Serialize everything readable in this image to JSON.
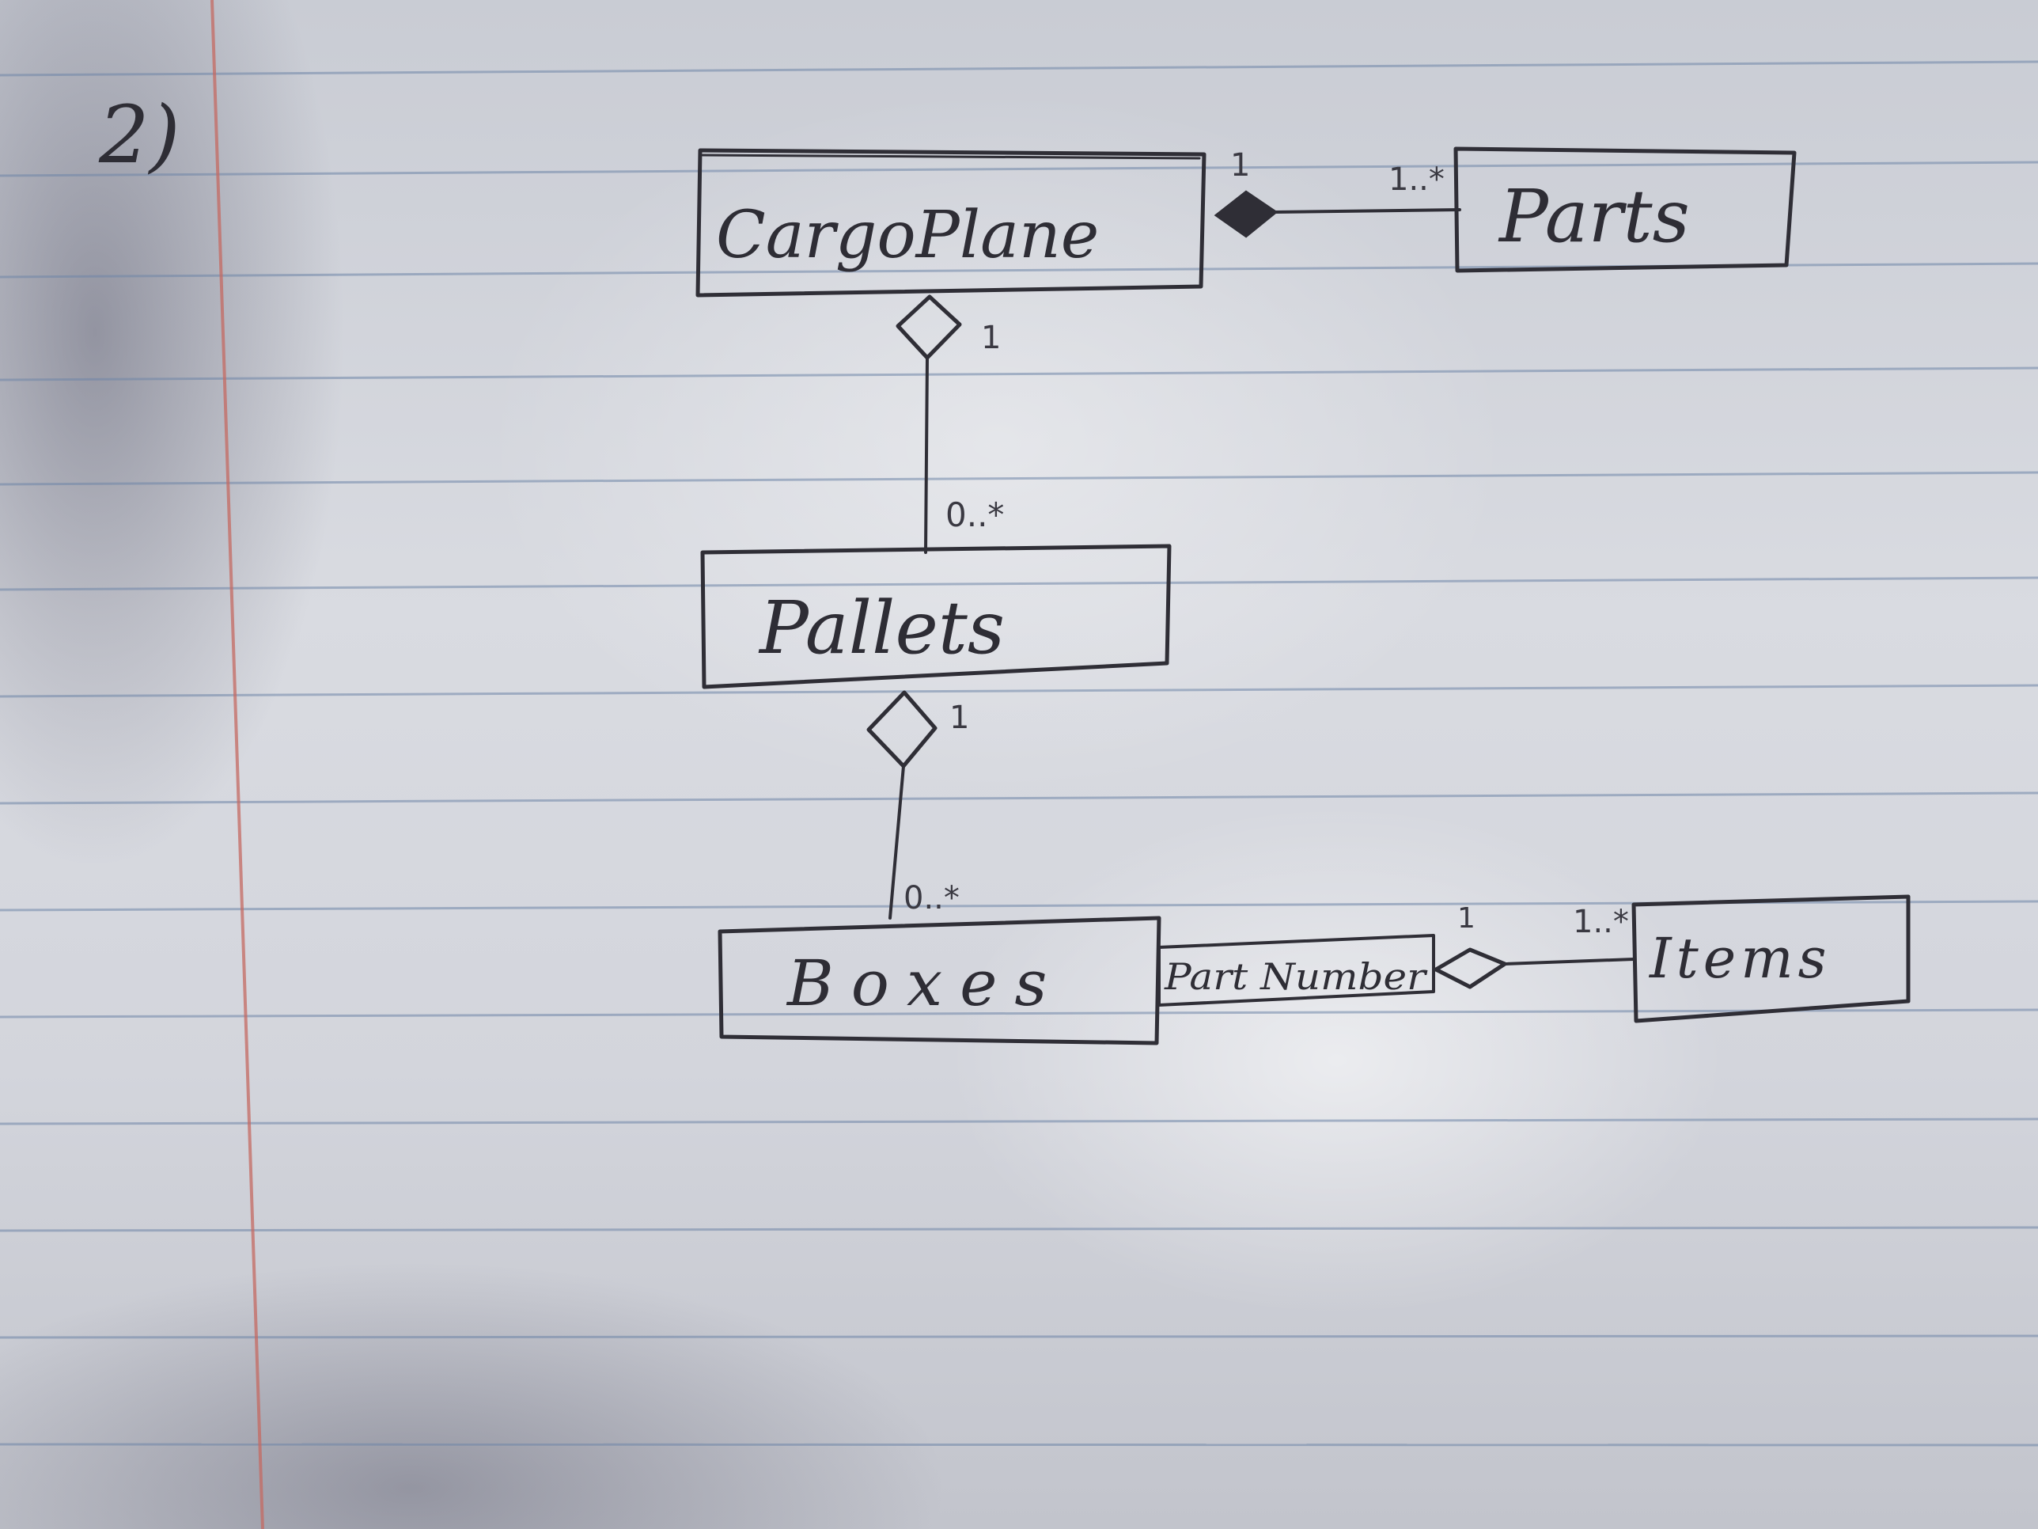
{
  "question_number": "2)",
  "classes": {
    "cargo_plane": "CargoPlane",
    "parts": "Parts",
    "pallets": "Pallets",
    "boxes": "Boxes",
    "items": "Items"
  },
  "qualifier": "Part Number",
  "multiplicities": {
    "plane_parts_near_plane": "1",
    "plane_parts_near_parts": "1..*",
    "plane_pallets_near_plane": "1",
    "plane_pallets_near_pallets": "0..*",
    "pallets_boxes_near_pallets": "1",
    "pallets_boxes_near_boxes": "0..*",
    "boxes_items_near_boxes": "1",
    "boxes_items_near_items": "1..*"
  },
  "relations": [
    {
      "from": "CargoPlane",
      "to": "Parts",
      "kind": "composition"
    },
    {
      "from": "CargoPlane",
      "to": "Pallets",
      "kind": "aggregation"
    },
    {
      "from": "Pallets",
      "to": "Boxes",
      "kind": "aggregation"
    },
    {
      "from": "Boxes",
      "to": "Items",
      "kind": "aggregation",
      "qualifier": "Part Number"
    }
  ]
}
